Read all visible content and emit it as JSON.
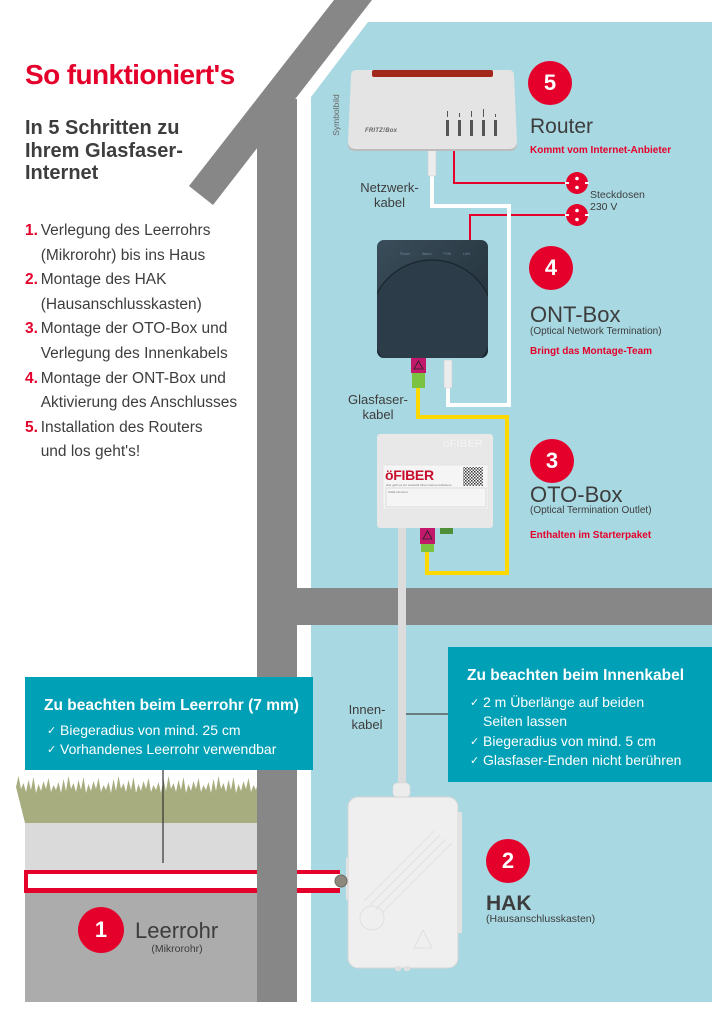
{
  "colors": {
    "accent_red": "#e4002b",
    "callout_teal": "#00a0b6",
    "indoor_blue": "#a8d8e2",
    "wall_gray": "#878787",
    "text_dark": "#3d3d3d",
    "fiber_yellow": "#ffd800"
  },
  "header": {
    "title": "So funktioniert's",
    "subtitle_lines": [
      "In 5 Schritten zu",
      "Ihrem Glasfaser-",
      "Internet"
    ]
  },
  "steps": [
    {
      "number": "1.",
      "lines": [
        "Verlegung des Leerrohrs",
        "(Mikrorohr) bis ins Haus"
      ]
    },
    {
      "number": "2.",
      "lines": [
        "Montage des HAK",
        "(Hausanschlusskasten)"
      ]
    },
    {
      "number": "3.",
      "lines": [
        "Montage der OTO-Box und",
        "Verlegung des Innenkabels"
      ]
    },
    {
      "number": "4.",
      "lines": [
        "Montage der ONT-Box und",
        "Aktivierung des Anschlusses"
      ]
    },
    {
      "number": "5.",
      "lines": [
        "Installation des Routers",
        "und los geht's!"
      ]
    }
  ],
  "image_note": "Symbolbild",
  "router": {
    "badge": "5",
    "name": "Router",
    "note": "Kommt vom Internet-Anbieter",
    "device_brand": "FRITZ!Box"
  },
  "power_outlets": {
    "icon": "power-socket-icon",
    "label_lines": [
      "Steckdosen",
      "230 V"
    ]
  },
  "ont": {
    "badge": "4",
    "name": "ONT-Box",
    "description": "(Optical Network Termination)",
    "note": "Bringt das Montage-Team",
    "led_labels": [
      "Power",
      "Alarm",
      "PON",
      "LAN"
    ]
  },
  "oto": {
    "badge": "3",
    "name": "OTO-Box",
    "description": "(Optical Termination Outlet)",
    "note": "Enthalten im Starterpaket",
    "device_brand": "öFIBER",
    "device_caption": "Hier geht es zur Auswahl Ihres Internet-Anbieters",
    "device_field_label": "OAID-Nummer"
  },
  "hak": {
    "badge": "2",
    "name": "HAK",
    "description": "(Hausanschlusskasten)"
  },
  "leerrohr": {
    "badge": "1",
    "name": "Leerrohr",
    "description": "(Mikrorohr)"
  },
  "cable_labels": {
    "network": [
      "Netzwerk-",
      "kabel"
    ],
    "fiber": [
      "Glasfaser-",
      "kabel"
    ],
    "indoor": [
      "Innen-",
      "kabel"
    ]
  },
  "callouts": {
    "indoor_cable": {
      "title": "Zu beachten beim Innenkabel",
      "icon": "check-icon",
      "items": [
        [
          "2 m Überlänge auf beiden",
          "Seiten lassen"
        ],
        [
          "Biegeradius von mind. 5 cm"
        ],
        [
          "Glasfaser-Enden nicht berühren"
        ]
      ]
    },
    "conduit": {
      "title": "Zu beachten beim Leerrohr (7 mm)",
      "icon": "check-icon",
      "items": [
        [
          "Biegeradius von mind. 25 cm"
        ],
        [
          "Vorhandenes Leerrohr verwendbar"
        ]
      ]
    }
  }
}
